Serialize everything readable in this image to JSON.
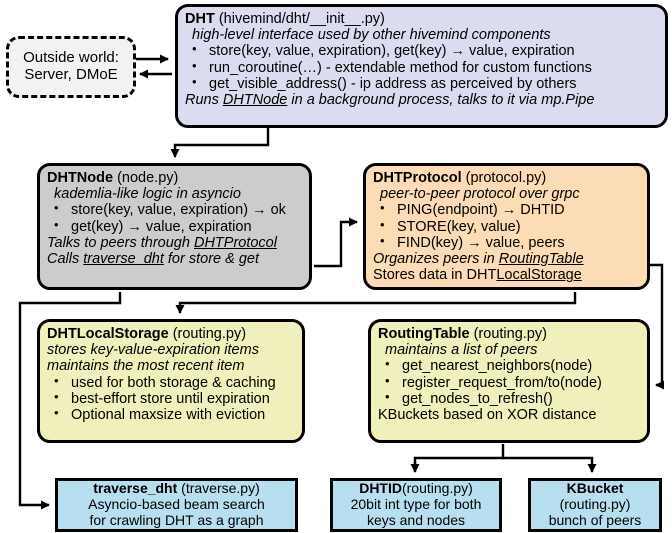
{
  "diagram": {
    "title": "hivemind DHT architecture diagram",
    "colors": {
      "dht_fill": "#dcdcf0",
      "dhtnode_fill": "#cccccc",
      "dhtprotocol_fill": "#fcdcb4",
      "storage_fill": "#f0f0bc",
      "leaf_fill": "#b8dff0",
      "outside_fill": "#f2f2f2",
      "stroke": "#000000"
    }
  },
  "outside_world": {
    "line1": "Outside world:",
    "line2": "Server, DMoE"
  },
  "dht": {
    "title": "DHT",
    "module": "(hivemind/dht/__init__.py)",
    "subtitle": "high-level interface used by other hivemind components",
    "bullets": [
      "store(key, value, expiration), get(key) → value, expiration",
      "run_coroutine(…) - extendable method for custom functions",
      "get_visible_address() - ip address as perceived by others"
    ],
    "footer_pre": "Runs ",
    "footer_link": "DHTNode",
    "footer_post": " in a background process, talks to it via mp.Pipe"
  },
  "dhtnode": {
    "title": "DHTNode",
    "module": "(node.py)",
    "subtitle": "kademlia-like logic in asyncio",
    "bullets": [
      "store(key, value, expiration) → ok",
      "get(key) → value, expiration"
    ],
    "footer1_pre": "Talks to peers through ",
    "footer1_link": "DHTProtocol",
    "footer2_pre": "Calls ",
    "footer2_link": "traverse_dht",
    "footer2_post": " for store & get"
  },
  "dhtprotocol": {
    "title": "DHTProtocol",
    "module": "(protocol.py)",
    "subtitle": "peer-to-peer protocol over grpc",
    "bullets": [
      "PING(endpoint) → DHTID",
      "STORE(key, value)",
      "FIND(key) → value, peers"
    ],
    "footer1_pre": "Organizes peers in ",
    "footer1_link": "RoutingTable",
    "footer2_pre": "Stores data in DHT",
    "footer2_link": "LocalStorage"
  },
  "dhtlocalstorage": {
    "title": "DHTLocalStorage",
    "module": "(routing.py)",
    "subtitle1": "stores key-value-expiration items",
    "subtitle2": "maintains the most recent item",
    "bullets": [
      "used for both storage & caching",
      "best-effort store until expiration",
      "Optional maxsize with eviction"
    ]
  },
  "routingtable": {
    "title": "RoutingTable",
    "module": "(routing.py)",
    "subtitle": "maintains a list of peers",
    "bullets": [
      "get_nearest_neighbors(node)",
      "register_request_from/to(node)",
      "get_nodes_to_refresh()"
    ],
    "footer": "KBuckets based on XOR distance"
  },
  "traverse_dht": {
    "title": "traverse_dht",
    "module": "(traverse.py)",
    "line1": "Asyncio-based beam search",
    "line2": "for crawling DHT as a graph"
  },
  "dhtid": {
    "title": "DHTID",
    "module": "(routing.py)",
    "line1": "20bit int type for both",
    "line2": "keys and nodes"
  },
  "kbucket": {
    "title": "KBucket",
    "module": "(routing.py)",
    "line1": "bunch of peers"
  }
}
